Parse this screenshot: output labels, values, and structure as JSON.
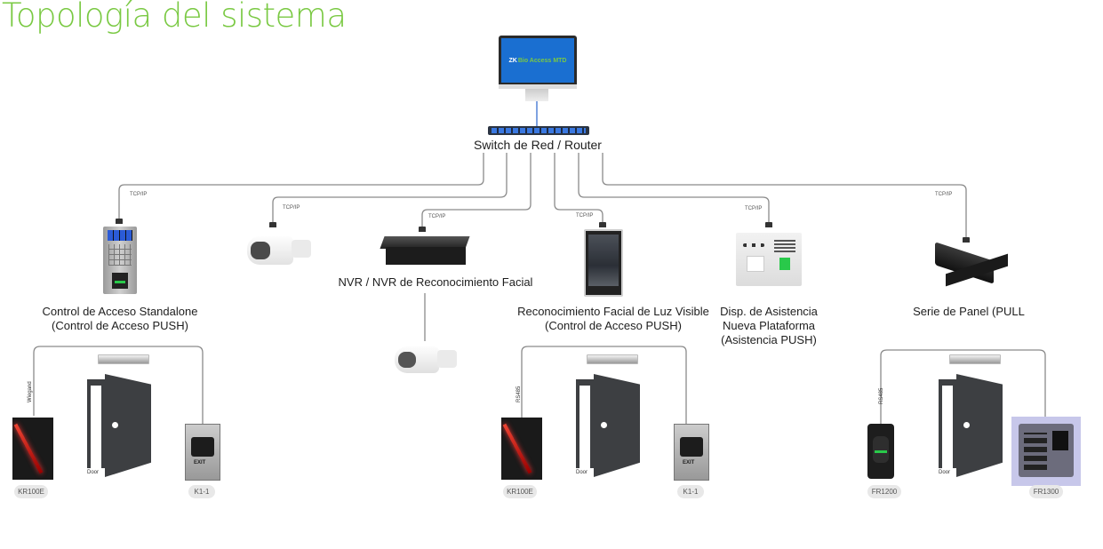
{
  "title": "Topología del sistema",
  "software": {
    "screen_text_brand": "ZK",
    "screen_text_product": "Bio Access",
    "screen_text_suffix": "MTD",
    "screen_color": "#1a6fd1",
    "accent_green": "#7ac943"
  },
  "network": {
    "switch_label": "Switch de Red / Router",
    "link_label": "TCP/IP"
  },
  "devices": [
    {
      "id": "standalone",
      "label_line1": "Control de Acceso Standalone",
      "label_line2": "(Control de Acceso PUSH)",
      "label_line3": ""
    },
    {
      "id": "ip-camera",
      "label_line1": "",
      "label_line2": "",
      "label_line3": ""
    },
    {
      "id": "nvr",
      "label_line1": "NVR / NVR de Reconocimiento Facial",
      "label_line2": "",
      "label_line3": ""
    },
    {
      "id": "facial",
      "label_line1": "Reconocimiento Facial de Luz Visible",
      "label_line2": "(Control de Acceso PUSH)",
      "label_line3": ""
    },
    {
      "id": "attendance",
      "label_line1": "Disp. de Asistencia",
      "label_line2": "Nueva Plataforma",
      "label_line3": "(Asistencia PUSH)"
    },
    {
      "id": "panel",
      "label_line1": "Serie de Panel (PULL",
      "label_line2": "",
      "label_line3": ""
    }
  ],
  "peripherals": [
    {
      "group": "standalone",
      "bus_label": "Wiegand",
      "door_label": "Door",
      "reader": "KR100E",
      "exit": "K1-1"
    },
    {
      "group": "facial",
      "bus_label": "RS485",
      "door_label": "Door",
      "reader": "KR100E",
      "exit": "K1-1"
    },
    {
      "group": "panel",
      "bus_label": "RS485",
      "door_label": "Door",
      "reader": "FR1200",
      "exit": "FR1300"
    }
  ],
  "exit_button_text": "EXIT"
}
